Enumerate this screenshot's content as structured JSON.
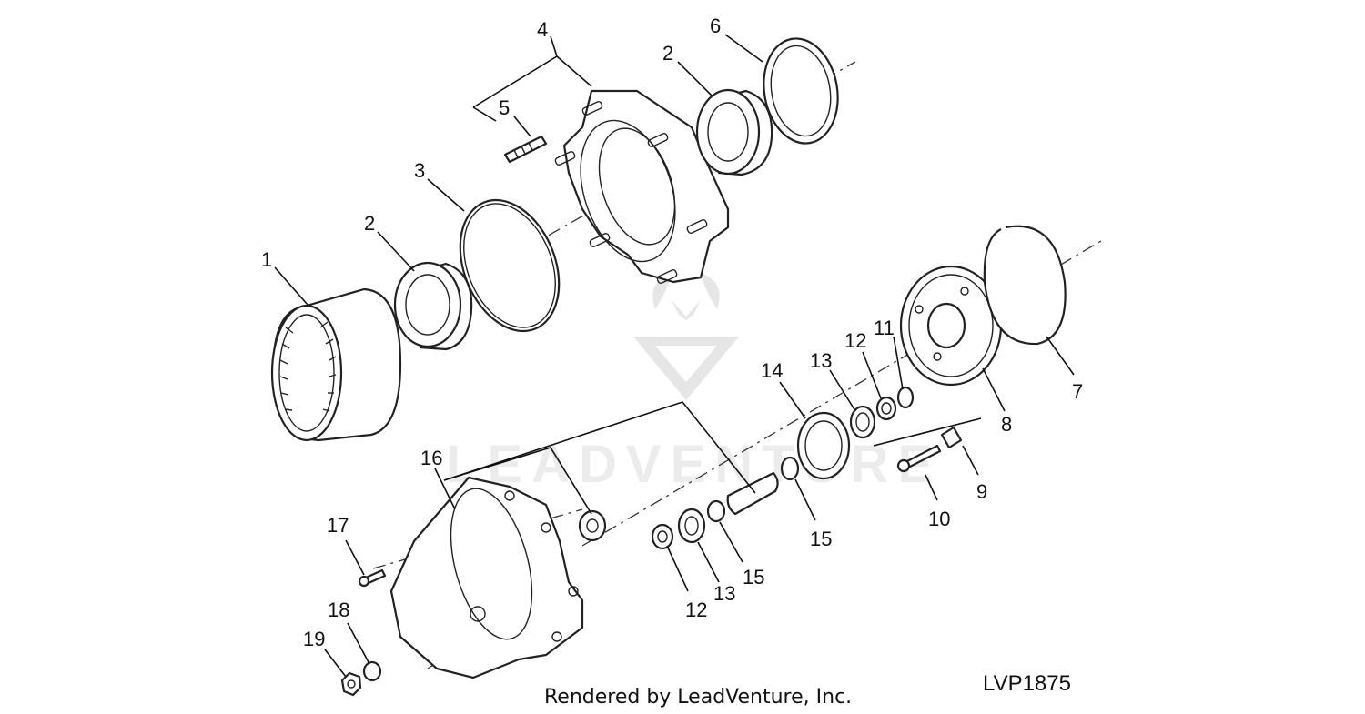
{
  "watermark": {
    "text": "LEADVENTURE"
  },
  "callouts": [
    {
      "id": "c1",
      "label": "1"
    },
    {
      "id": "c2a",
      "label": "2"
    },
    {
      "id": "c2b",
      "label": "2"
    },
    {
      "id": "c3",
      "label": "3"
    },
    {
      "id": "c4",
      "label": "4"
    },
    {
      "id": "c5",
      "label": "5"
    },
    {
      "id": "c6",
      "label": "6"
    },
    {
      "id": "c7",
      "label": "7"
    },
    {
      "id": "c8",
      "label": "8"
    },
    {
      "id": "c9",
      "label": "9"
    },
    {
      "id": "c10",
      "label": "10"
    },
    {
      "id": "c11",
      "label": "11"
    },
    {
      "id": "c12a",
      "label": "12"
    },
    {
      "id": "c12b",
      "label": "12"
    },
    {
      "id": "c13a",
      "label": "13"
    },
    {
      "id": "c13b",
      "label": "13"
    },
    {
      "id": "c14",
      "label": "14"
    },
    {
      "id": "c15a",
      "label": "15"
    },
    {
      "id": "c15b",
      "label": "15"
    },
    {
      "id": "c16",
      "label": "16"
    },
    {
      "id": "c17",
      "label": "17"
    },
    {
      "id": "c18",
      "label": "18"
    },
    {
      "id": "c19",
      "label": "19"
    }
  ],
  "footer": {
    "rendered_by": "Rendered by LeadVenture, Inc.",
    "diagram_code": "LVP1875"
  }
}
